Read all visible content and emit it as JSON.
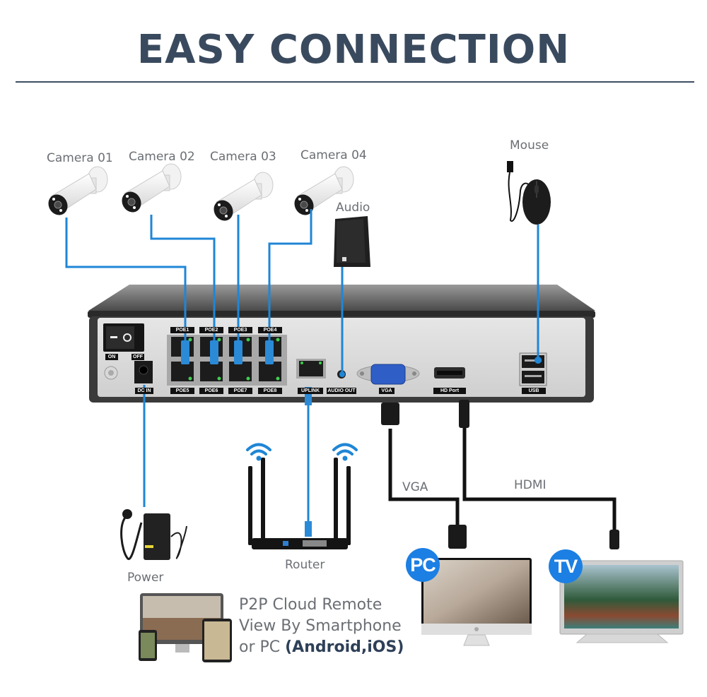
{
  "header": {
    "title": "EASY CONNECTION"
  },
  "colors": {
    "title": "#3a4a5e",
    "cable_blue": "#1f86d6",
    "cable_black": "#111111",
    "badge_blue": "#1c7fe3",
    "label_gray": "#6b6f74"
  },
  "devices": {
    "cameras": [
      {
        "label": "Camera 01",
        "port": "POE1"
      },
      {
        "label": "Camera 02",
        "port": "POE2"
      },
      {
        "label": "Camera 03",
        "port": "POE3"
      },
      {
        "label": "Camera 04",
        "port": "POE4"
      }
    ],
    "audio": {
      "label": "Audio",
      "port": "AUDIO OUT"
    },
    "mouse": {
      "label": "Mouse",
      "port": "USB"
    },
    "router": {
      "label": "Router",
      "port": "UPLINK"
    },
    "power": {
      "label": "Power",
      "port": "DC IN"
    },
    "pc": {
      "badge": "PC",
      "cable_label": "VGA",
      "port": "VGA"
    },
    "tv": {
      "badge": "TV",
      "cable_label": "HDMI",
      "port": "HD Port"
    }
  },
  "nvr_panel": {
    "switch_on": "ON",
    "switch_off": "OFF",
    "poe_top": [
      "POE1",
      "POE2",
      "POE3",
      "POE4"
    ],
    "poe_bottom": [
      "POE5",
      "POE6",
      "POE7",
      "POE8"
    ],
    "dc_in": "DC IN",
    "uplink": "UPLINK",
    "audio_out": "AUDIO OUT",
    "vga": "VGA",
    "hd_port": "HD Port",
    "usb": "USB"
  },
  "remote": {
    "line1": "P2P Cloud Remote",
    "line2": "View By Smartphone",
    "line3_prefix": "or PC ",
    "line3_bold": "(Android,iOS)"
  }
}
